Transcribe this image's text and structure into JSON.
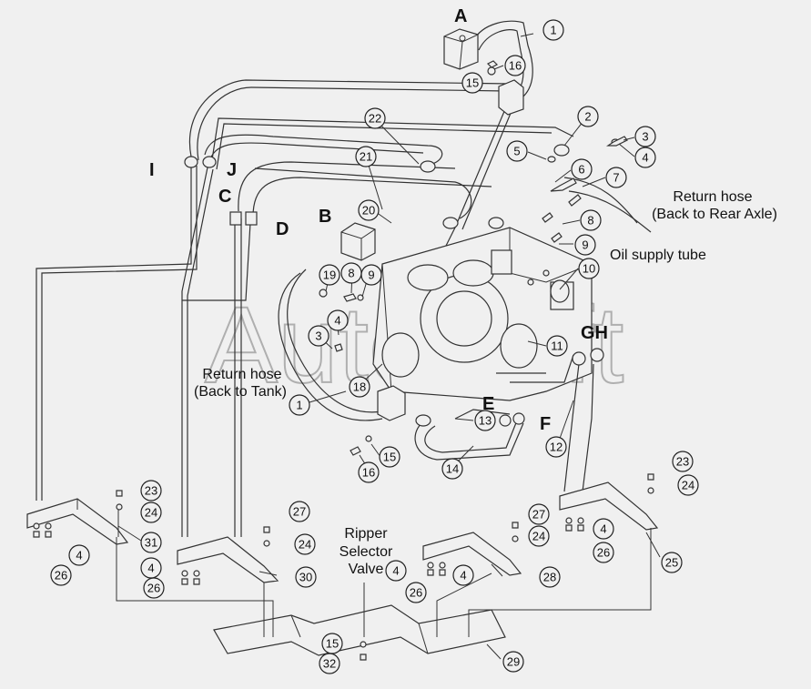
{
  "letters": {
    "a": "A",
    "b": "B",
    "c": "C",
    "d": "D",
    "e": "E",
    "f": "F",
    "gh": "GH",
    "i": "I",
    "j": "J"
  },
  "labels": {
    "return_rear_1": "Return hose",
    "return_rear_2": "(Back to Rear Axle)",
    "oil_supply": "Oil supply tube",
    "return_tank_1": "Return hose",
    "return_tank_2": "(Back to Tank)",
    "ripper_1": "Ripper",
    "ripper_2": "Selector",
    "ripper_3": "Valve"
  },
  "watermark": "AutoSoft",
  "callouts": [
    "1",
    "16",
    "15",
    "2",
    "3",
    "4",
    "5",
    "6",
    "7",
    "8",
    "9",
    "10",
    "11",
    "22",
    "21",
    "20",
    "19",
    "8",
    "9",
    "4",
    "3",
    "18",
    "1",
    "13",
    "12",
    "14",
    "16",
    "15",
    "23",
    "24",
    "31",
    "4",
    "26",
    "27",
    "24",
    "30",
    "4",
    "26",
    "15",
    "32",
    "4",
    "26",
    "4",
    "27",
    "24",
    "28",
    "29",
    "23",
    "24",
    "4",
    "26",
    "25"
  ]
}
